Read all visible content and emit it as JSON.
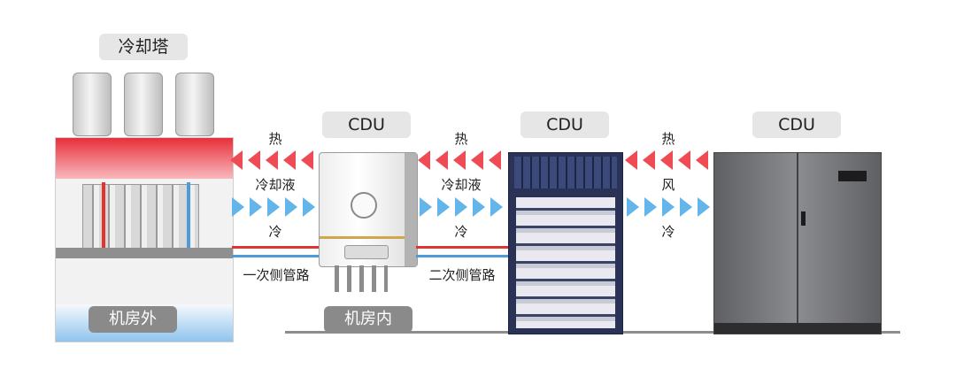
{
  "cooling_tower": {
    "label": "冷却塔"
  },
  "outside": {
    "label": "机房外"
  },
  "inside": {
    "label": "机房内"
  },
  "unit1": {
    "label": "CDU"
  },
  "unit2": {
    "label": "CDU"
  },
  "unit3": {
    "label": "CDU"
  },
  "flow1": {
    "hot": "热",
    "medium": "冷却液",
    "cold": "冷"
  },
  "flow2": {
    "hot": "热",
    "medium": "冷却液",
    "cold": "冷"
  },
  "flow3": {
    "hot": "热",
    "medium": "风",
    "cold": "冷"
  },
  "loops": {
    "primary": "一次侧管路",
    "secondary": "二次侧管路"
  },
  "colors": {
    "hot": "#ef4b55",
    "cold": "#64b5ea",
    "pipe_red": "#e2342f",
    "pipe_blue": "#4f9ad8"
  }
}
